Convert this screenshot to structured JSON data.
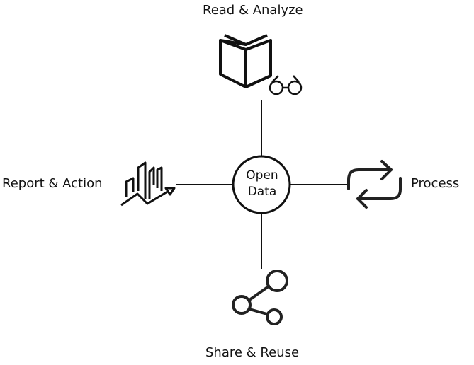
{
  "diagram": {
    "center": {
      "line1": "Open",
      "line2": "Data"
    },
    "nodes": {
      "top": {
        "label": "Read & Analyze",
        "icon": "book-and-glasses-icon"
      },
      "left": {
        "label": "Report & Action",
        "icon": "bar-chart-trend-icon"
      },
      "right": {
        "label": "Process",
        "icon": "repeat-arrows-icon"
      },
      "bottom": {
        "label": "Share & Reuse",
        "icon": "share-icon"
      }
    },
    "colors": {
      "stroke": "#111111",
      "background": "#ffffff"
    }
  }
}
